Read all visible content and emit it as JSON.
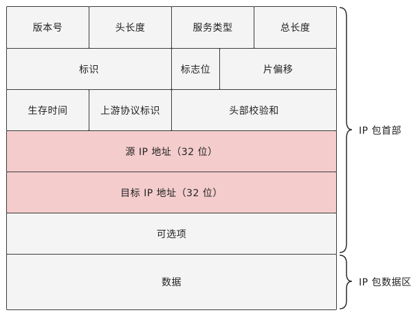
{
  "header": {
    "row1": [
      "版本号",
      "头长度",
      "服务类型",
      "总长度"
    ],
    "row2": [
      "标识",
      "标志位",
      "片偏移"
    ],
    "row3": [
      "生存时间",
      "上游协议标识",
      "头部校验和"
    ],
    "source_ip": "源 IP 地址（32 位）",
    "dest_ip": "目标 IP 地址（32 位）",
    "options": "可选项"
  },
  "data_area": {
    "label": "数据"
  },
  "braces": {
    "header_label": "IP 包首部",
    "data_label": "IP 包数据区"
  },
  "colors": {
    "cell_fill": "#f4f4f4",
    "highlight_fill": "#f4cccc",
    "border": "#3a3a3a"
  }
}
